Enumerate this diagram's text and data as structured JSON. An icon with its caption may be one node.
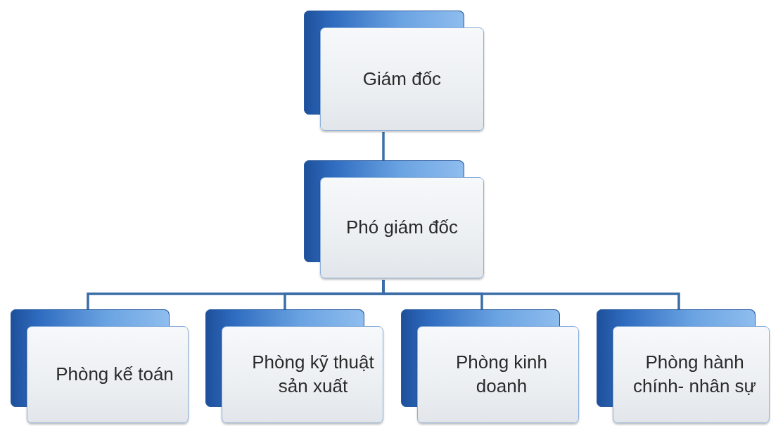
{
  "diagram": {
    "nodes": [
      {
        "text": [
          "Giám đốc"
        ]
      },
      {
        "text": [
          "Phó giám đốc"
        ]
      },
      {
        "text": [
          "Phòng kế toán"
        ]
      },
      {
        "text": [
          "Phòng kỹ thuật sản xuất"
        ]
      },
      {
        "text": [
          "Phòng kinh doanh"
        ]
      },
      {
        "text": [
          "Phòng hành chính- nhân sự"
        ]
      }
    ],
    "edges": [
      {
        "from": 0,
        "to": 1,
        "arrow": "none"
      },
      {
        "from": 1,
        "to": 2,
        "arrow": "none"
      },
      {
        "from": 1,
        "to": 3,
        "arrow": "none"
      },
      {
        "from": 1,
        "to": 4,
        "arrow": "none"
      },
      {
        "from": 1,
        "to": 5,
        "arrow": "none"
      }
    ]
  }
}
